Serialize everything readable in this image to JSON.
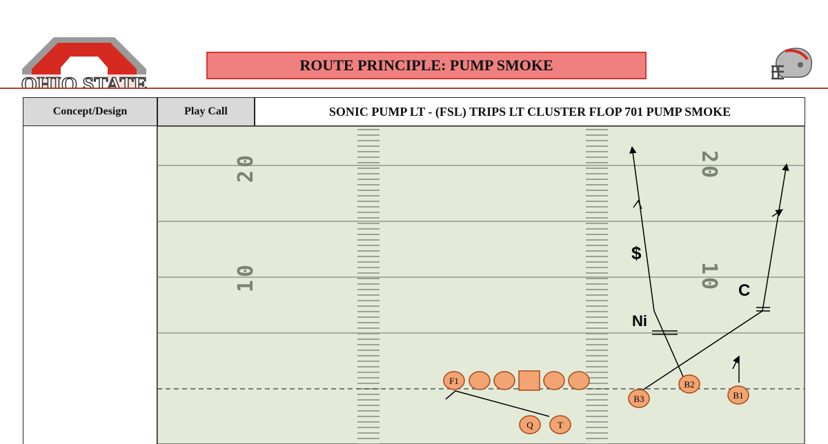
{
  "banner": {
    "title": "ROUTE PRINCIPLE:  PUMP SMOKE"
  },
  "table": {
    "concept_header": "Concept/Design",
    "playcall_header": "Play Call",
    "play_call": "SONIC PUMP LT - (FSL) TRIPS LT CLUSTER FLOP 701 PUMP SMOKE"
  },
  "logo": {
    "name": "ohio-state-block-o-logo",
    "text": "OHIO STATE"
  },
  "helmet": {
    "name": "football-helmet-icon"
  },
  "field": {
    "yard_numbers": {
      "twenty": "20",
      "ten": "10"
    },
    "defenders": {
      "nickel": "Ni",
      "safety": "$",
      "corner": "C"
    },
    "players": {
      "f1": "F1",
      "b1": "B1",
      "b2": "B2",
      "b3": "B3",
      "q": "Q",
      "t": "T"
    }
  },
  "colors": {
    "field": "#e3ead8",
    "player_fill": "#f2a472",
    "player_stroke": "#a24a18",
    "banner": "#f08080",
    "accent": "#b33a2e"
  }
}
